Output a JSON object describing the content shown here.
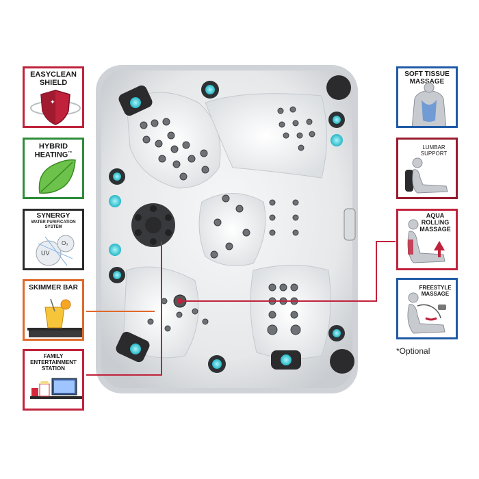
{
  "features_left": [
    {
      "title_line1": "EASYCLEAN",
      "title_line2": "SHIELD",
      "border_color": "#c0223b"
    },
    {
      "title_line1": "HYBRID",
      "title_line2": "HEATING",
      "trademark": "™",
      "border_color": "#2e8b3a"
    },
    {
      "title_line1": "SYNERGY",
      "subtitle_line1": "WATER PURIFICATION",
      "subtitle_line2": "SYSTEM",
      "label_uv": "UV",
      "label_o3": "O₃",
      "border_color": "#2a2a2a"
    },
    {
      "title_line1": "SKIMMER BAR",
      "border_color": "#e0692a"
    },
    {
      "title_line1": "FAMILY",
      "title_line2": "ENTERTAINMENT",
      "title_line3": "STATION",
      "border_color": "#c0223b"
    }
  ],
  "features_right": [
    {
      "title_line1": "SOFT TISSUE",
      "title_line2": "MASSAGE",
      "border_color": "#1f5aa6"
    },
    {
      "title_line1": "LUMBAR",
      "title_line2": "SUPPORT",
      "border_color": "#9a1b2e"
    },
    {
      "title_line1": "AQUA",
      "title_line2": "ROLLING",
      "title_line3": "MASSAGE",
      "border_color": "#c0223b"
    },
    {
      "title_line1": "FREESTYLE",
      "title_line2": "MASSAGE",
      "border_color": "#1f5aa6"
    }
  ],
  "optional_note": "*Optional",
  "colors": {
    "accent_red": "#c0223b",
    "accent_orange": "#e0692a",
    "tub_light": "#5fd6e0"
  },
  "icons": [
    "shield-icon",
    "leaf-icon",
    "uv-ozone-icon",
    "drink-icon",
    "tv-popcorn-icon",
    "back-muscle-icon",
    "seated-person-icon"
  ]
}
